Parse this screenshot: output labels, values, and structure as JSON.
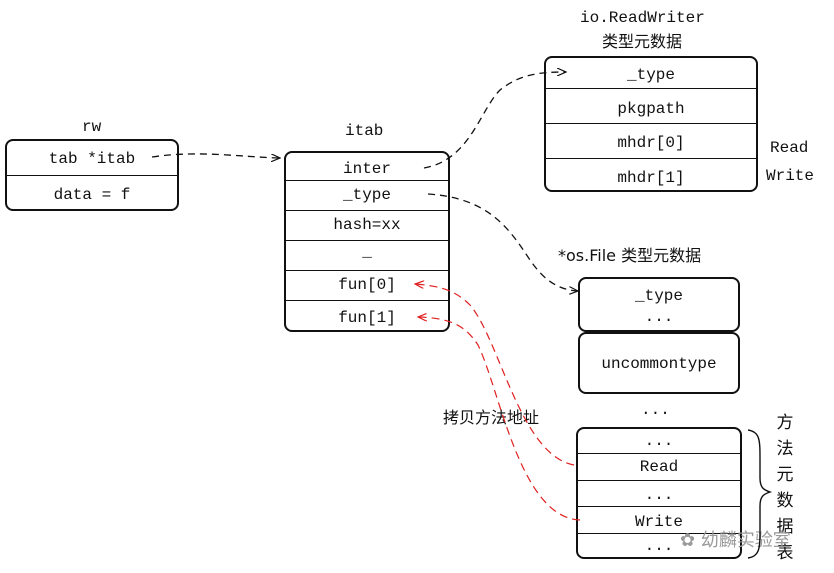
{
  "rw": {
    "title": "rw",
    "fields": [
      "tab *itab",
      "data = f"
    ]
  },
  "itab": {
    "title": "itab",
    "fields": [
      "inter",
      "_type",
      "hash=xx",
      "_",
      "fun[0]",
      "fun[1]"
    ]
  },
  "iface_type": {
    "title_line1": "io.ReadWriter",
    "title_line2": "类型元数据",
    "fields": [
      "_type",
      "pkgpath",
      "mhdr[0]",
      "mhdr[1]"
    ],
    "side_labels": [
      "Read",
      "Write"
    ]
  },
  "file_type": {
    "title": "*os.File 类型元数据",
    "type_box": [
      "_type",
      "..."
    ],
    "uncommon": "uncommontype",
    "gap_dots": "...",
    "methods": [
      "...",
      "Read",
      "...",
      "Write",
      "..."
    ]
  },
  "method_table_label": [
    "方",
    "法",
    "元",
    "数",
    "据",
    "表"
  ],
  "copy_label": "拷贝方法地址",
  "watermark": "幼麟实验室",
  "colors": {
    "line": "#111111",
    "copy_arrow": "#e02020"
  }
}
